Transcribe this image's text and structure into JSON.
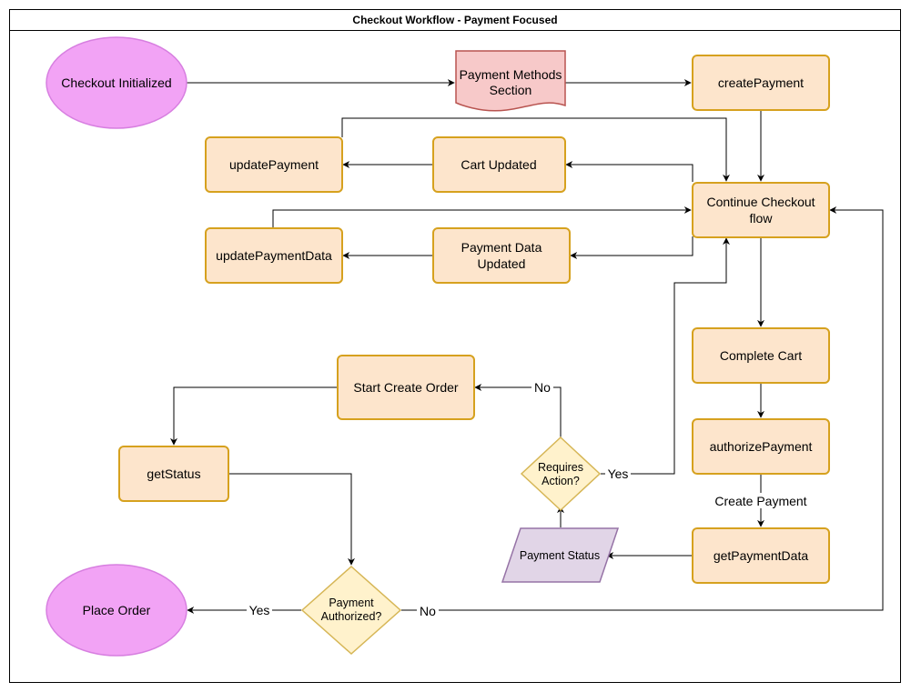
{
  "diagram": {
    "title": "Checkout Workflow - Payment Focused",
    "nodes": {
      "checkout_initialized": "Checkout Initialized",
      "payment_methods_section_line1": "Payment Methods",
      "payment_methods_section_line2": "Section",
      "create_payment": "createPayment",
      "update_payment": "updatePayment",
      "cart_updated": "Cart Updated",
      "continue_checkout_line1": "Continue Checkout",
      "continue_checkout_line2": "flow",
      "update_payment_data": "updatePaymentData",
      "payment_data_updated_line1": "Payment Data",
      "payment_data_updated_line2": "Updated",
      "complete_cart": "Complete Cart",
      "start_create_order": "Start Create Order",
      "authorize_payment": "authorizePayment",
      "get_status": "getStatus",
      "requires_action_line1": "Requires",
      "requires_action_line2": "Action?",
      "payment_status": "Payment Status",
      "get_payment_data": "getPaymentData",
      "place_order": "Place Order",
      "payment_authorized_line1": "Payment",
      "payment_authorized_line2": "Authorized?"
    },
    "edge_labels": {
      "requires_action_no": "No",
      "requires_action_yes": "Yes",
      "create_payment": "Create Payment",
      "authorized_yes": "Yes",
      "authorized_no": "No"
    },
    "colors": {
      "process_fill": "#fde5cc",
      "process_stroke": "#d6a11e",
      "terminal_fill": "#f2a3f5",
      "document_fill": "#f7c9c9",
      "decision_fill": "#fff2cc",
      "data_fill": "#e1d5e7"
    }
  }
}
